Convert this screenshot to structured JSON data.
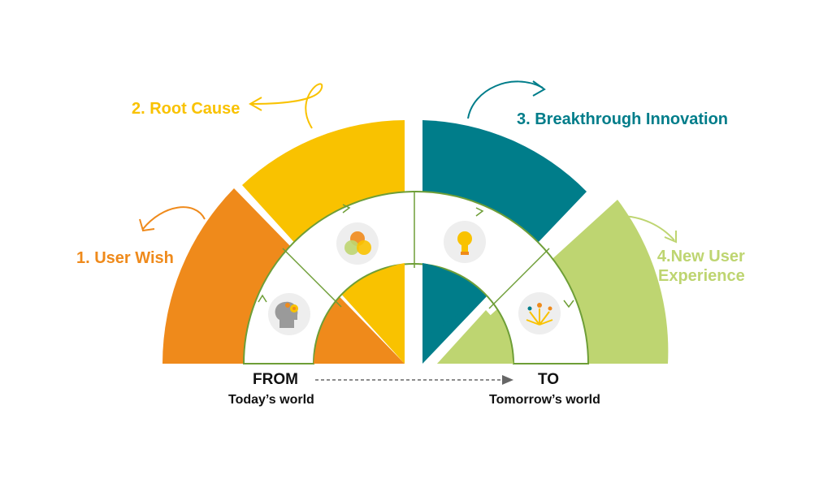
{
  "colors": {
    "orange": "#ef8a1b",
    "yellow": "#f9c200",
    "teal": "#007d8a",
    "green": "#bed571",
    "band_outline": "#6e9e37",
    "icon_bg": "#eeeeee",
    "text_dark": "#111111",
    "dash": "#666666"
  },
  "stages": [
    {
      "label": "1. User Wish",
      "color": "#ef8a1b",
      "icon": "head-gear-icon"
    },
    {
      "label": "2. Root Cause",
      "color": "#f9c200",
      "icon": "venn-circles-icon"
    },
    {
      "label": "3. Breakthrough Innovation",
      "color": "#007d8a",
      "icon": "lightbulb-icon"
    },
    {
      "label": "4.New User",
      "label_line2": "Experience",
      "color": "#bed571",
      "icon": "fireworks-icon"
    }
  ],
  "axis": {
    "from_label": "FROM",
    "from_sub": "Today’s world",
    "to_label": "TO",
    "to_sub": "Tomorrow’s world"
  }
}
